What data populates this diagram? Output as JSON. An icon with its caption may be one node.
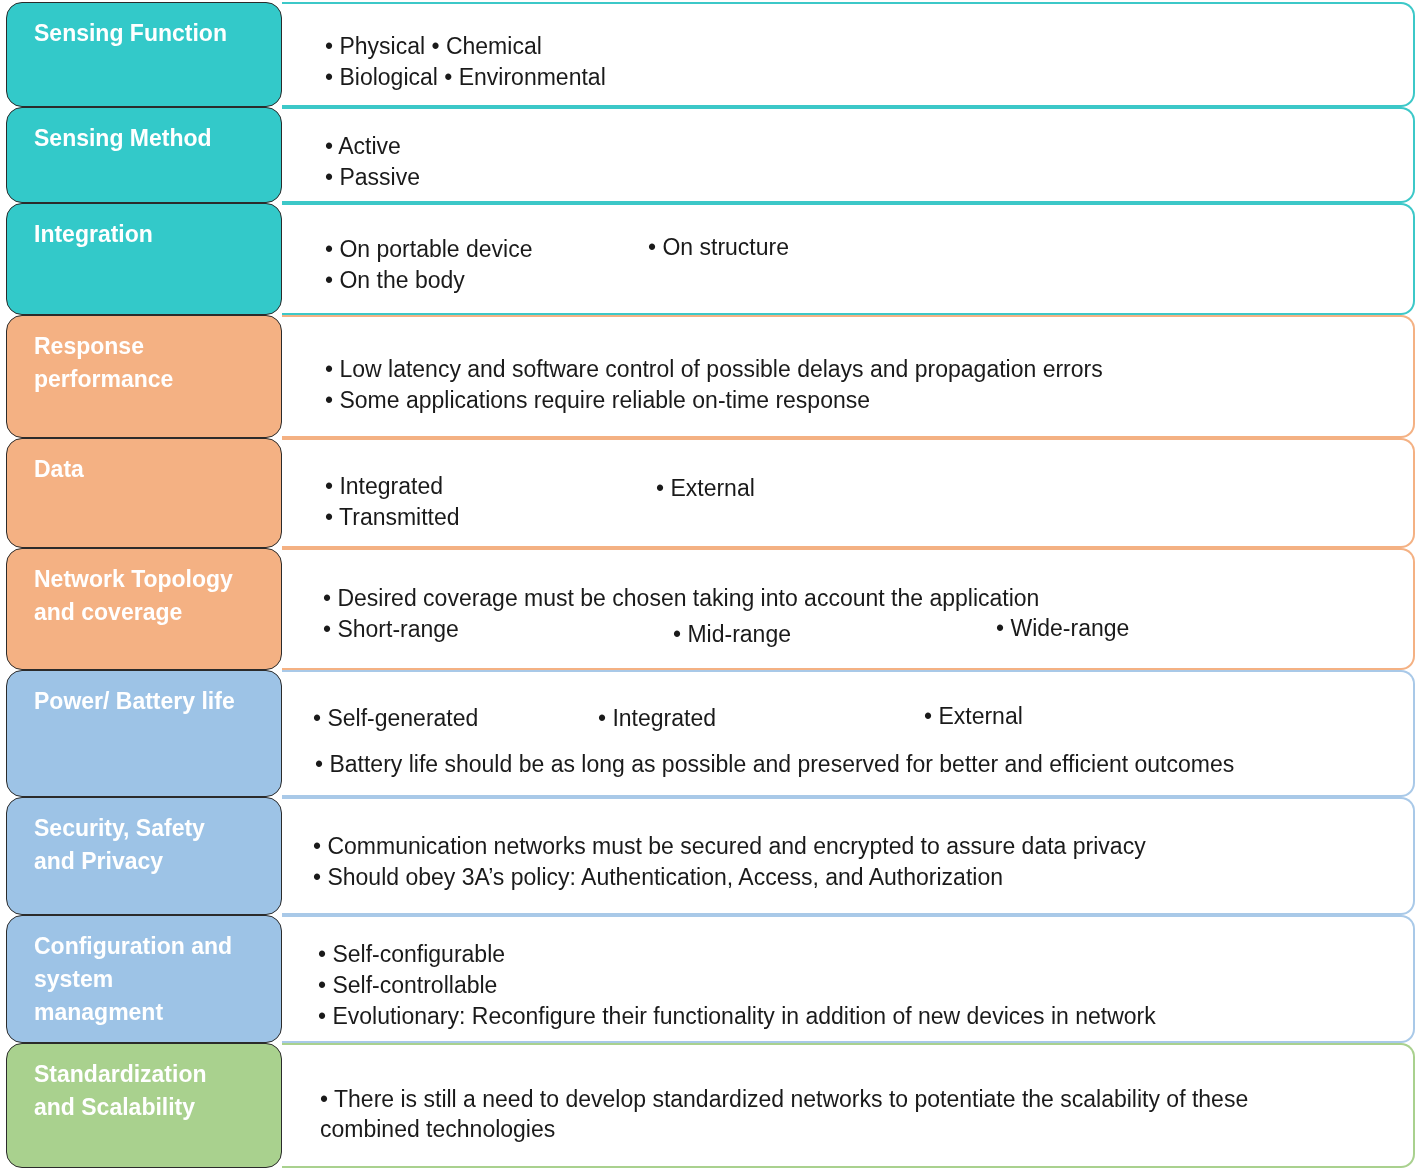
{
  "diagram": {
    "nodes": [
      {
        "text": [
          "Sensing Function"
        ]
      },
      {
        "text": [
          "• Physical • Chemical",
          "• Biological • Environmental"
        ]
      },
      {
        "text": [
          "Sensing Method"
        ]
      },
      {
        "text": [
          "• Active",
          "• Passive"
        ]
      },
      {
        "text": [
          "Integration"
        ]
      },
      {
        "text": [
          "• On portable device",
          "• On structure",
          "• On the body"
        ]
      },
      {
        "text": [
          "Response performance"
        ]
      },
      {
        "text": [
          "• Low latency and software control of possible delays and propagation errors",
          "• Some applications require reliable on-time response"
        ]
      },
      {
        "text": [
          "Data"
        ]
      },
      {
        "text": [
          "• Integrated",
          "• External",
          "• Transmitted"
        ]
      },
      {
        "text": [
          "Network Topology and coverage"
        ]
      },
      {
        "text": [
          "• Desired coverage must be chosen taking into account the application",
          "• Short-range",
          "• Mid-range",
          "• Wide-range"
        ]
      },
      {
        "text": [
          "Power/ Battery life"
        ]
      },
      {
        "text": [
          "• Self-generated",
          "• Integrated",
          "• External",
          "• Battery life should be as long as possible and preserved for better and efficient outcomes"
        ]
      },
      {
        "text": [
          "Security, Safety and Privacy"
        ]
      },
      {
        "text": [
          "• Communication networks must be secured and encrypted to assure data privacy",
          "• Should obey 3A’s policy: Authentication, Access, and Authorization"
        ]
      },
      {
        "text": [
          "Configuration and system managment"
        ]
      },
      {
        "text": [
          "• Self-configurable",
          "• Self-controllable",
          "• Evolutionary:  Reconfigure their functionality in addition of new devices in network"
        ]
      },
      {
        "text": [
          "Standardization and Scalability"
        ]
      },
      {
        "text": [
          "• There is still a need to develop standardized networks to potentiate the scalability of these combined technologies"
        ]
      }
    ]
  }
}
